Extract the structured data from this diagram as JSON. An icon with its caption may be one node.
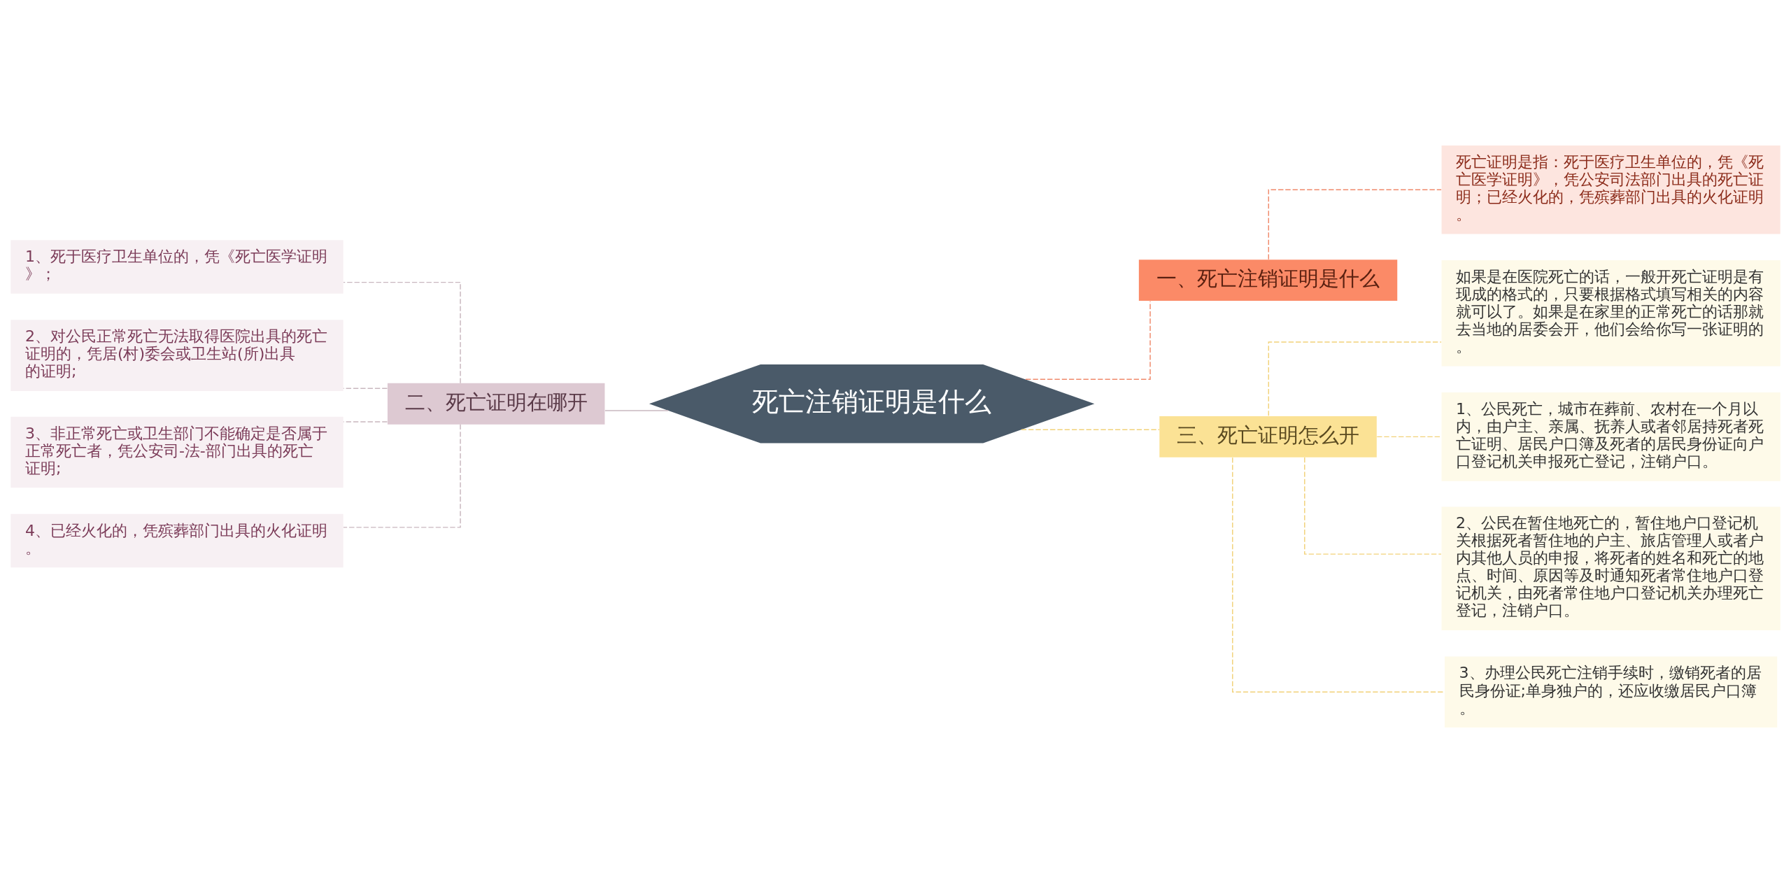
{
  "diagram": {
    "nodes": [
      {
        "text": [
          "死亡注销证明是什么"
        ]
      },
      {
        "text": [
          "二、死亡证明在哪开"
        ]
      },
      {
        "text": [
          "1、死于医疗卫生单位的，凭《死亡医学证明》；"
        ]
      },
      {
        "text": [
          "2、对公民正常死亡无法取得医院出具的死亡证明的，凭居(村)委会或卫生站(所)出具的证明;"
        ]
      },
      {
        "text": [
          "3、非正常死亡或卫生部门不能确定是否属于正常死亡者，凭公安司-法-部门出具的死亡证明;"
        ]
      },
      {
        "text": [
          "4、已经火化的，凭殡葬部门出具的火化证明。"
        ]
      },
      {
        "text": [
          "一、死亡注销证明是什么"
        ]
      },
      {
        "text": [
          "死亡证明是指：死于医疗卫生单位的，凭《死亡医学证明》，凭公安司法部门出具的死亡证明；已经火化的，凭殡葬部门出具的火化证明。"
        ]
      },
      {
        "text": [
          "三、死亡证明怎么开"
        ]
      },
      {
        "text": [
          "如果是在医院死亡的话，一般开死亡证明是有现成的格式的，只要根据格式填写相关的内容就可以了。如果是在家里的正常死亡的话那就去当地的居委会开，他们会给你写一张证明的。"
        ]
      },
      {
        "text": [
          "1、公民死亡，城市在葬前、农村在一个月以内，由户主、亲属、抚养人或者邻居持死者死亡证明、居民户口簿及死者的居民身份证向户口登记机关申报死亡登记，注销户口。"
        ]
      },
      {
        "text": [
          "2、公民在暂住地死亡的，暂住地户口登记机关根据死者暂住地的户主、旅店管理人或者户内其他人员的申报，将死者的姓名和死亡的地点、时间、原因等及时通知死者常住地户口登记机关，由死者常住地户口登记机关办理死亡登记，注销户口。"
        ]
      },
      {
        "text": [
          "3、办理公民死亡注销手续时，缴销死者的居民身份证;单身独户的，还应收缴居民户口簿。"
        ]
      }
    ],
    "edges": [
      {
        "from": 0,
        "to": 1,
        "arrow": "none",
        "color": "#c9b7bf"
      },
      {
        "from": 1,
        "to": 2,
        "arrow": "none",
        "style": "dashed",
        "color": "#c9b7bf"
      },
      {
        "from": 1,
        "to": 3,
        "arrow": "none",
        "style": "dashed",
        "color": "#c9b7bf"
      },
      {
        "from": 1,
        "to": 4,
        "arrow": "none",
        "style": "dashed",
        "color": "#c9b7bf"
      },
      {
        "from": 1,
        "to": 5,
        "arrow": "none",
        "style": "dashed",
        "color": "#c9b7bf"
      },
      {
        "from": 0,
        "to": 6,
        "arrow": "none",
        "style": "dashed",
        "color": "#f08a6c"
      },
      {
        "from": 6,
        "to": 7,
        "arrow": "none",
        "style": "dashed",
        "color": "#f08a6c"
      },
      {
        "from": 0,
        "to": 8,
        "arrow": "none",
        "style": "dashed",
        "color": "#f2d27a"
      },
      {
        "from": 8,
        "to": 9,
        "arrow": "none",
        "style": "dashed",
        "color": "#f2d27a"
      },
      {
        "from": 8,
        "to": 10,
        "arrow": "none",
        "style": "dashed",
        "color": "#f2d27a"
      },
      {
        "from": 8,
        "to": 11,
        "arrow": "none",
        "style": "dashed",
        "color": "#f2d27a"
      },
      {
        "from": 8,
        "to": 12,
        "arrow": "none",
        "style": "dashed",
        "color": "#f2d27a"
      }
    ]
  }
}
